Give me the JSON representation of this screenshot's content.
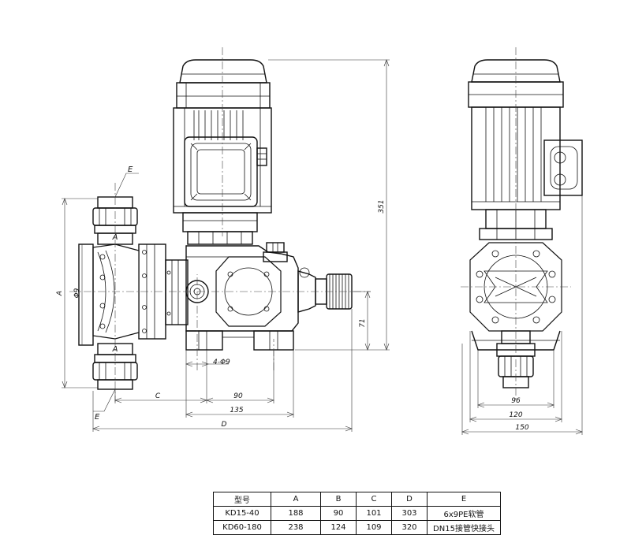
{
  "dimensions": {
    "height_351": "351",
    "height_71": "71",
    "dim_90": "90",
    "dim_135": "135",
    "dim_C": "C",
    "dim_D": "D",
    "dim_A": "A",
    "dim_E_top": "E",
    "dim_E_bottom": "E",
    "bore_phi9": "Φ9",
    "holes_4phi9": "4-Φ9",
    "side_96": "96",
    "side_120": "120",
    "side_150": "150",
    "port_mark_top": "A",
    "port_mark_bottom": "A"
  },
  "table": {
    "headers": [
      "型号",
      "A",
      "B",
      "C",
      "D",
      "E"
    ],
    "rows": [
      [
        "KD15-40",
        "188",
        "90",
        "101",
        "303",
        "6x9PE软管"
      ],
      [
        "KD60-180",
        "238",
        "124",
        "109",
        "320",
        "DN15接管快接头"
      ]
    ]
  }
}
